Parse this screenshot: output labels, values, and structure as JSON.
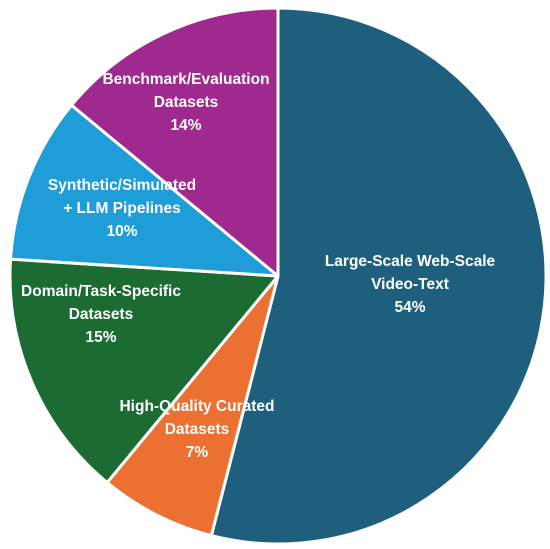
{
  "chart_data": {
    "type": "pie",
    "title": "",
    "legend": "none",
    "data_labels": "inside",
    "start_angle_deg": 0,
    "direction": "clockwise",
    "slices": [
      {
        "label": "Large-Scale Web-Scale Video-Text",
        "label_lines": [
          "Large-Scale Web-Scale",
          "Video-Text"
        ],
        "value": 54,
        "value_label": "54%",
        "color": "#1f5f7e"
      },
      {
        "label": "High-Quality Curated Datasets",
        "label_lines": [
          "High-Quality Curated",
          "Datasets"
        ],
        "value": 7,
        "value_label": "7%",
        "color": "#ed7033"
      },
      {
        "label": "Domain/Task-Specific Datasets",
        "label_lines": [
          "Domain/Task-Specific",
          "Datasets"
        ],
        "value": 15,
        "value_label": "15%",
        "color": "#1b6b33"
      },
      {
        "label": "Synthetic/Simulated + LLM Pipelines",
        "label_lines": [
          "Synthetic/Simulated",
          "+ LLM Pipelines"
        ],
        "value": 10,
        "value_label": "10%",
        "color": "#1e9dd8"
      },
      {
        "label": "Benchmark/Evaluation Datasets",
        "label_lines": [
          "Benchmark/Evaluation",
          "Datasets"
        ],
        "value": 14,
        "value_label": "14%",
        "color": "#a0298f"
      }
    ]
  }
}
